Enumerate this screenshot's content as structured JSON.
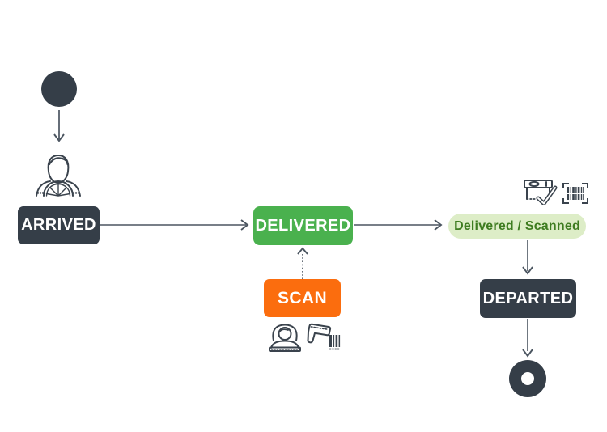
{
  "diagram": {
    "nodes": {
      "start": {
        "type": "start-point"
      },
      "arrived": {
        "label": "ARRIVED",
        "style": "dark"
      },
      "delivered": {
        "label": "DELIVERED",
        "style": "green"
      },
      "scan": {
        "label": "SCAN",
        "style": "orange"
      },
      "delivered_scanned": {
        "label": "Delivered / Scanned",
        "style": "light-green-pill"
      },
      "departed": {
        "label": "DEPARTED",
        "style": "dark"
      },
      "end": {
        "type": "end-point"
      }
    },
    "edges": [
      {
        "from": "start",
        "to": "driver-icon",
        "style": "solid",
        "direction": "down"
      },
      {
        "from": "arrived",
        "to": "delivered",
        "style": "solid",
        "direction": "right"
      },
      {
        "from": "delivered",
        "to": "delivered_scanned",
        "style": "solid",
        "direction": "right"
      },
      {
        "from": "delivered_scanned",
        "to": "departed",
        "style": "solid",
        "direction": "down"
      },
      {
        "from": "departed",
        "to": "end",
        "style": "solid",
        "direction": "down"
      },
      {
        "from": "scan",
        "to": "delivered",
        "style": "dotted",
        "direction": "up"
      }
    ],
    "icons": {
      "driver": "delivery-driver-at-steering-wheel",
      "package_check": "package-with-checkmark",
      "barcode_frame": "barcode-in-scan-frame",
      "operator": "operator-person-with-keyboard",
      "scanner": "handheld-barcode-scanner"
    }
  },
  "colors": {
    "dark": "#353e48",
    "green": "#4ab14e",
    "orange": "#fb6d0e",
    "pill_bg": "#ddedc7",
    "pill_text": "#3e7c20",
    "arrow": "#4b5560",
    "icon_stroke": "#3a434d",
    "background": "#ffffff"
  }
}
